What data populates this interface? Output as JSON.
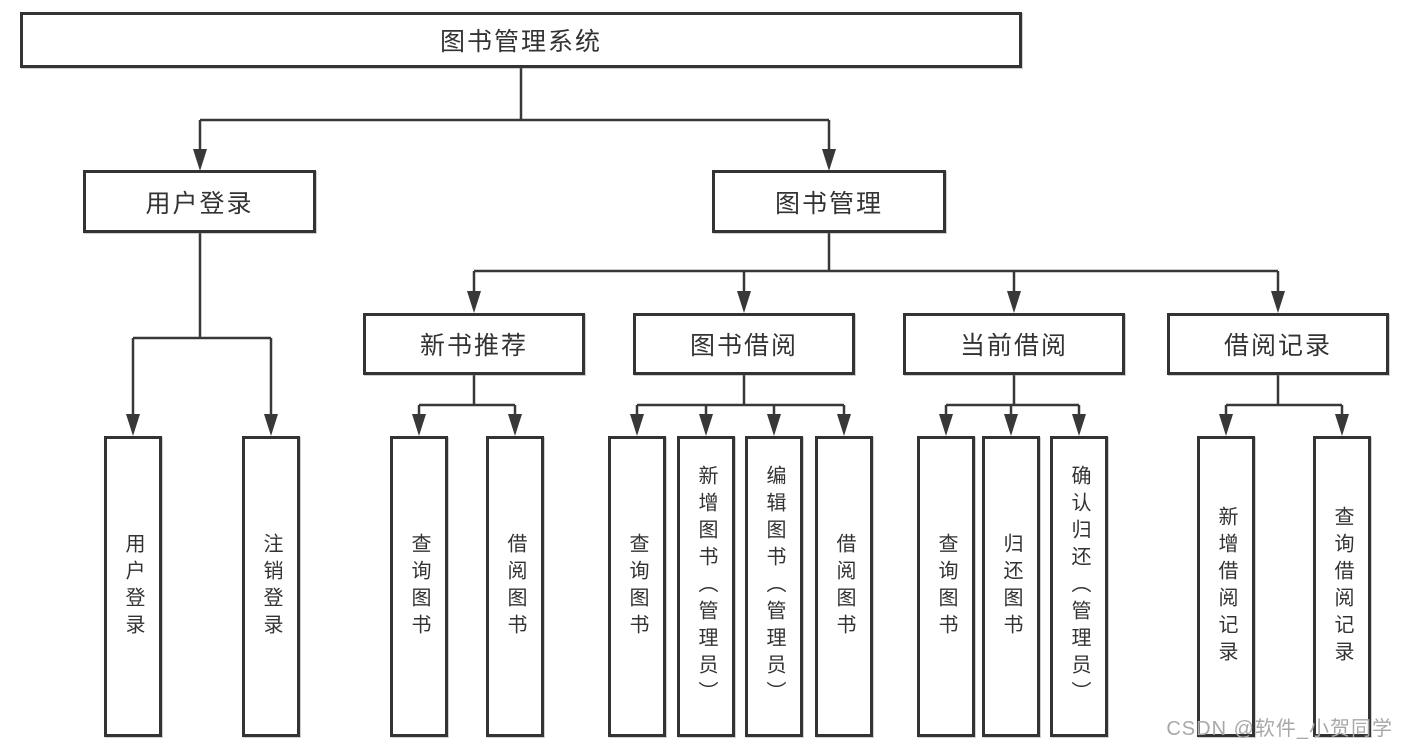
{
  "colors": {
    "background": "#ffffff",
    "line": "#383838",
    "box_border": "#333333",
    "text": "#333333",
    "watermark": "#a8a8a8"
  },
  "tree": {
    "root": "图书管理系统",
    "branches": [
      {
        "label": "用户登录",
        "children": [
          {
            "label": "用户登录"
          },
          {
            "label": "注销登录"
          }
        ]
      },
      {
        "label": "图书管理",
        "children": [
          {
            "label": "新书推荐",
            "children": [
              {
                "label": "查询图书"
              },
              {
                "label": "借阅图书"
              }
            ]
          },
          {
            "label": "图书借阅",
            "children": [
              {
                "label": "查询图书"
              },
              {
                "label": "新增图书（管理员）"
              },
              {
                "label": "编辑图书（管理员）"
              },
              {
                "label": "借阅图书"
              }
            ]
          },
          {
            "label": "当前借阅",
            "children": [
              {
                "label": "查询图书"
              },
              {
                "label": "归还图书"
              },
              {
                "label": "确认归还（管理员）"
              }
            ]
          },
          {
            "label": "借阅记录",
            "children": [
              {
                "label": "新增借阅记录"
              },
              {
                "label": "查询借阅记录"
              }
            ]
          }
        ]
      }
    ]
  },
  "watermark": "CSDN @软件_小贺同学"
}
